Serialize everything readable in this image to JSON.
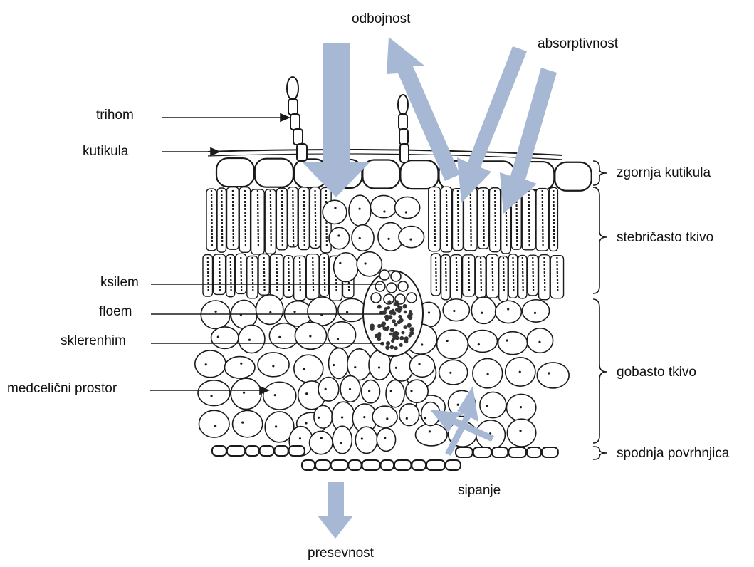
{
  "labels": {
    "odbojnost": "odbojnost",
    "absorptivnost": "absorptivnost",
    "trihom": "trihom",
    "kutikula": "kutikula",
    "ksilem": "ksilem",
    "floem": "floem",
    "sklerenhim": "sklerenhim",
    "medcelicni_prostor": "medcelični prostor",
    "zgornja_kutikula": "zgornja kutikula",
    "stebricasto_tkivo": "stebričasto tkivo",
    "gobasto_tkivo": "gobasto tkivo",
    "spodnja_povrhnjica": "spodnja povrhnjica",
    "sipanje": "sipanje",
    "presevnost": "presevnost"
  },
  "colors": {
    "light_arrow": "#a6b8d3",
    "ink": "#1a1a1a",
    "background": "#ffffff"
  }
}
